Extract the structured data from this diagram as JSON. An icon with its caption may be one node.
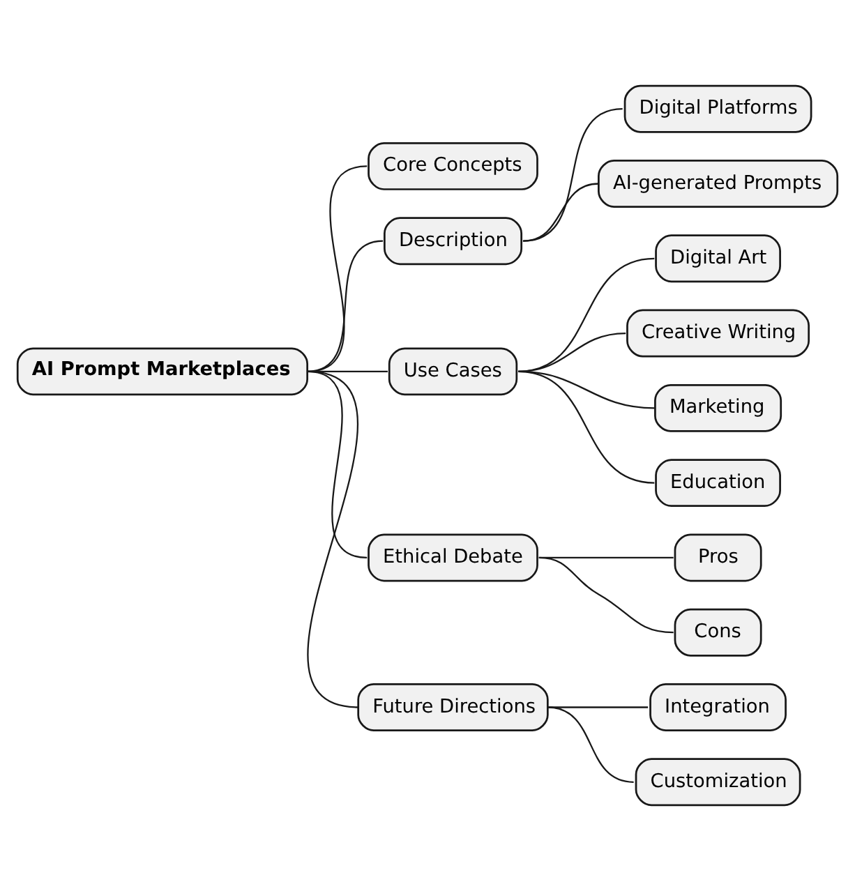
{
  "diagram": {
    "nodes": [
      {
        "text": [
          "AI Prompt Marketplaces"
        ]
      },
      {
        "text": [
          "Core Concepts"
        ]
      },
      {
        "text": [
          "Description"
        ]
      },
      {
        "text": [
          "Digital Platforms"
        ]
      },
      {
        "text": [
          "AI-generated Prompts"
        ]
      },
      {
        "text": [
          "Use Cases"
        ]
      },
      {
        "text": [
          "Digital Art"
        ]
      },
      {
        "text": [
          "Creative Writing"
        ]
      },
      {
        "text": [
          "Marketing"
        ]
      },
      {
        "text": [
          "Education"
        ]
      },
      {
        "text": [
          "Ethical Debate"
        ]
      },
      {
        "text": [
          "Pros"
        ]
      },
      {
        "text": [
          "Cons"
        ]
      },
      {
        "text": [
          "Future Directions"
        ]
      },
      {
        "text": [
          "Integration"
        ]
      },
      {
        "text": [
          "Customization"
        ]
      }
    ],
    "edges": [
      {
        "from": 0,
        "to": 1,
        "arrow": "none"
      },
      {
        "from": 0,
        "to": 2,
        "arrow": "none"
      },
      {
        "from": 2,
        "to": 3,
        "arrow": "none"
      },
      {
        "from": 2,
        "to": 4,
        "arrow": "none"
      },
      {
        "from": 0,
        "to": 5,
        "arrow": "none"
      },
      {
        "from": 5,
        "to": 6,
        "arrow": "none"
      },
      {
        "from": 5,
        "to": 7,
        "arrow": "none"
      },
      {
        "from": 5,
        "to": 8,
        "arrow": "none"
      },
      {
        "from": 5,
        "to": 9,
        "arrow": "none"
      },
      {
        "from": 0,
        "to": 10,
        "arrow": "none"
      },
      {
        "from": 10,
        "to": 11,
        "arrow": "none"
      },
      {
        "from": 10,
        "to": 12,
        "arrow": "none"
      },
      {
        "from": 0,
        "to": 13,
        "arrow": "none"
      },
      {
        "from": 13,
        "to": 14,
        "arrow": "none"
      },
      {
        "from": 13,
        "to": 15,
        "arrow": "none"
      }
    ]
  }
}
